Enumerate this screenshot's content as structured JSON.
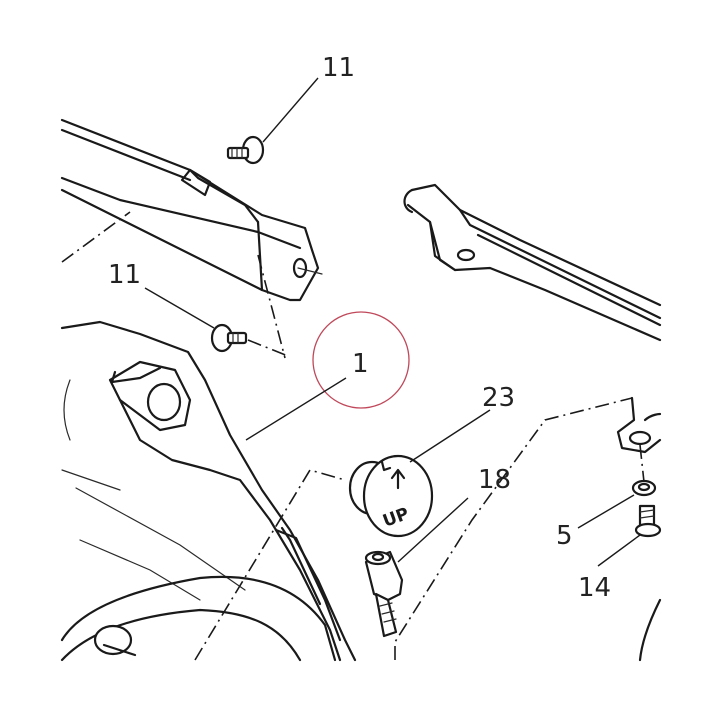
{
  "callouts": {
    "c11_top": "11",
    "c11_left": "11",
    "c1": "1",
    "c23": "23",
    "c18": "18",
    "c5": "5",
    "c14": "14"
  },
  "cap": {
    "label": "UP"
  },
  "colors": {
    "line": "#1a1a1a",
    "highlight_circle": "#c0485a"
  }
}
